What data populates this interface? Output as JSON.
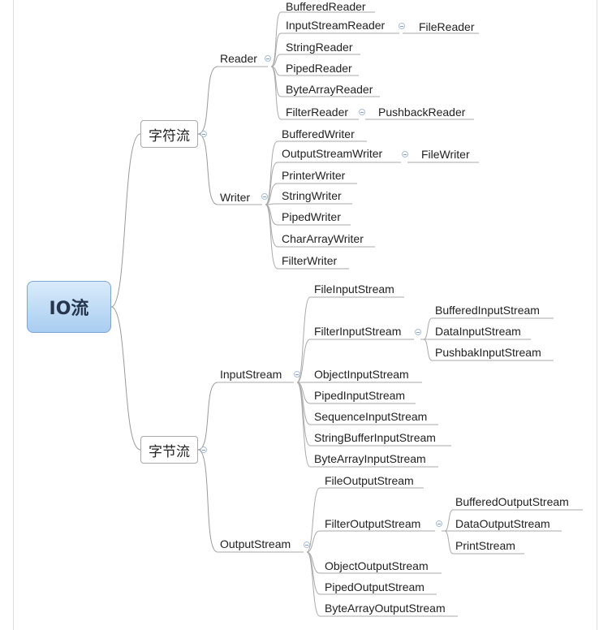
{
  "root": {
    "label": "IO流"
  },
  "char_stream": {
    "label": "字符流",
    "reader": {
      "label": "Reader",
      "items": [
        "BufferedReader",
        "InputStreamReader",
        "StringReader",
        "PipedReader",
        "ByteArrayReader",
        "FilterReader"
      ],
      "input_stream_reader_child": "FileReader",
      "filter_reader_child": "PushbackReader"
    },
    "writer": {
      "label": "Writer",
      "items": [
        "BufferedWriter",
        "OutputStreamWriter",
        "PrinterWriter",
        "StringWriter",
        "PipedWriter",
        "CharArrayWriter",
        "FilterWriter"
      ],
      "output_stream_writer_child": "FileWriter"
    }
  },
  "byte_stream": {
    "label": "字节流",
    "input_stream": {
      "label": "InputStream",
      "items": [
        "FileInputStream",
        "FilterInputStream",
        "ObjectInputStream",
        "PipedInputStream",
        "SequenceInputStream",
        "StringBufferInputStream",
        "ByteArrayInputStream"
      ],
      "filter_children": [
        "BufferedInputStream",
        "DataInputStream",
        "PushbakInputStream"
      ]
    },
    "output_stream": {
      "label": "OutputStream",
      "items": [
        "FileOutputStream",
        "FilterOutputStream",
        "ObjectOutputStream",
        "PipedOutputStream",
        "ByteArrayOutputStream"
      ],
      "filter_children": [
        "BufferedOutputStream",
        "DataOutputStream",
        "PrintStream"
      ]
    }
  }
}
